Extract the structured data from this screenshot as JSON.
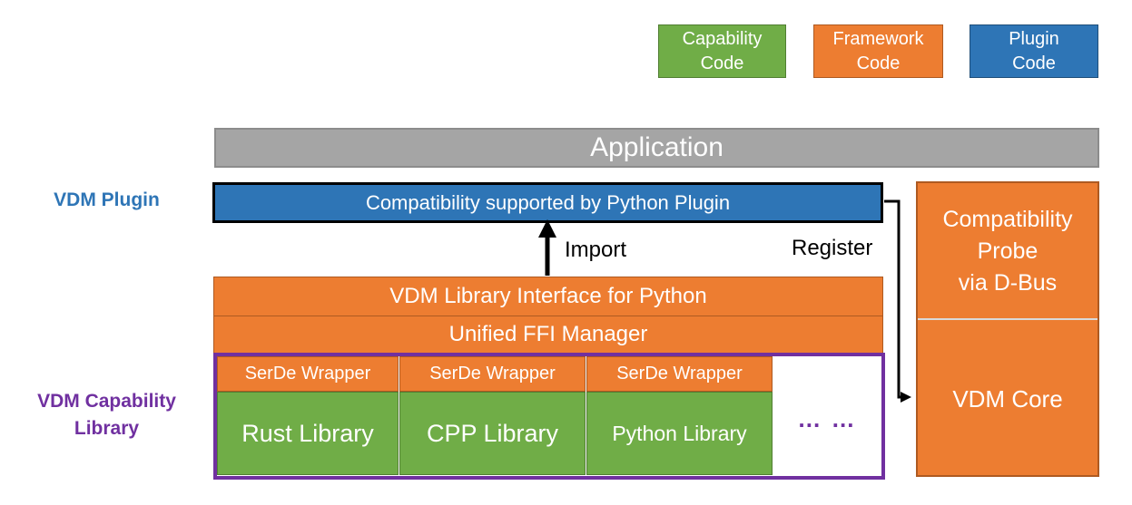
{
  "legend": {
    "capability": "Capability\nCode",
    "framework": "Framework\nCode",
    "plugin": "Plugin\nCode"
  },
  "application": "Application",
  "vdm_plugin_label": "VDM Plugin",
  "plugin_box": "Compatibility supported by Python Plugin",
  "import_label": "Import",
  "register_label": "Register",
  "library_interface": "VDM Library Interface for Python",
  "ffi_manager": "Unified FFI Manager",
  "capability_library_label": "VDM Capability\nLibrary",
  "serde": [
    "SerDe Wrapper",
    "SerDe Wrapper",
    "SerDe Wrapper"
  ],
  "libraries": [
    "Rust Library",
    "CPP Library",
    "Python Library"
  ],
  "ellipsis": "… …",
  "probe": "Compatibility\nProbe\nvia D-Bus",
  "core": "VDM Core",
  "colors": {
    "capability": "#70ad47",
    "framework": "#ed7d31",
    "plugin": "#2e75b6",
    "application": "#a5a5a5",
    "capability_library": "#7030a0"
  }
}
